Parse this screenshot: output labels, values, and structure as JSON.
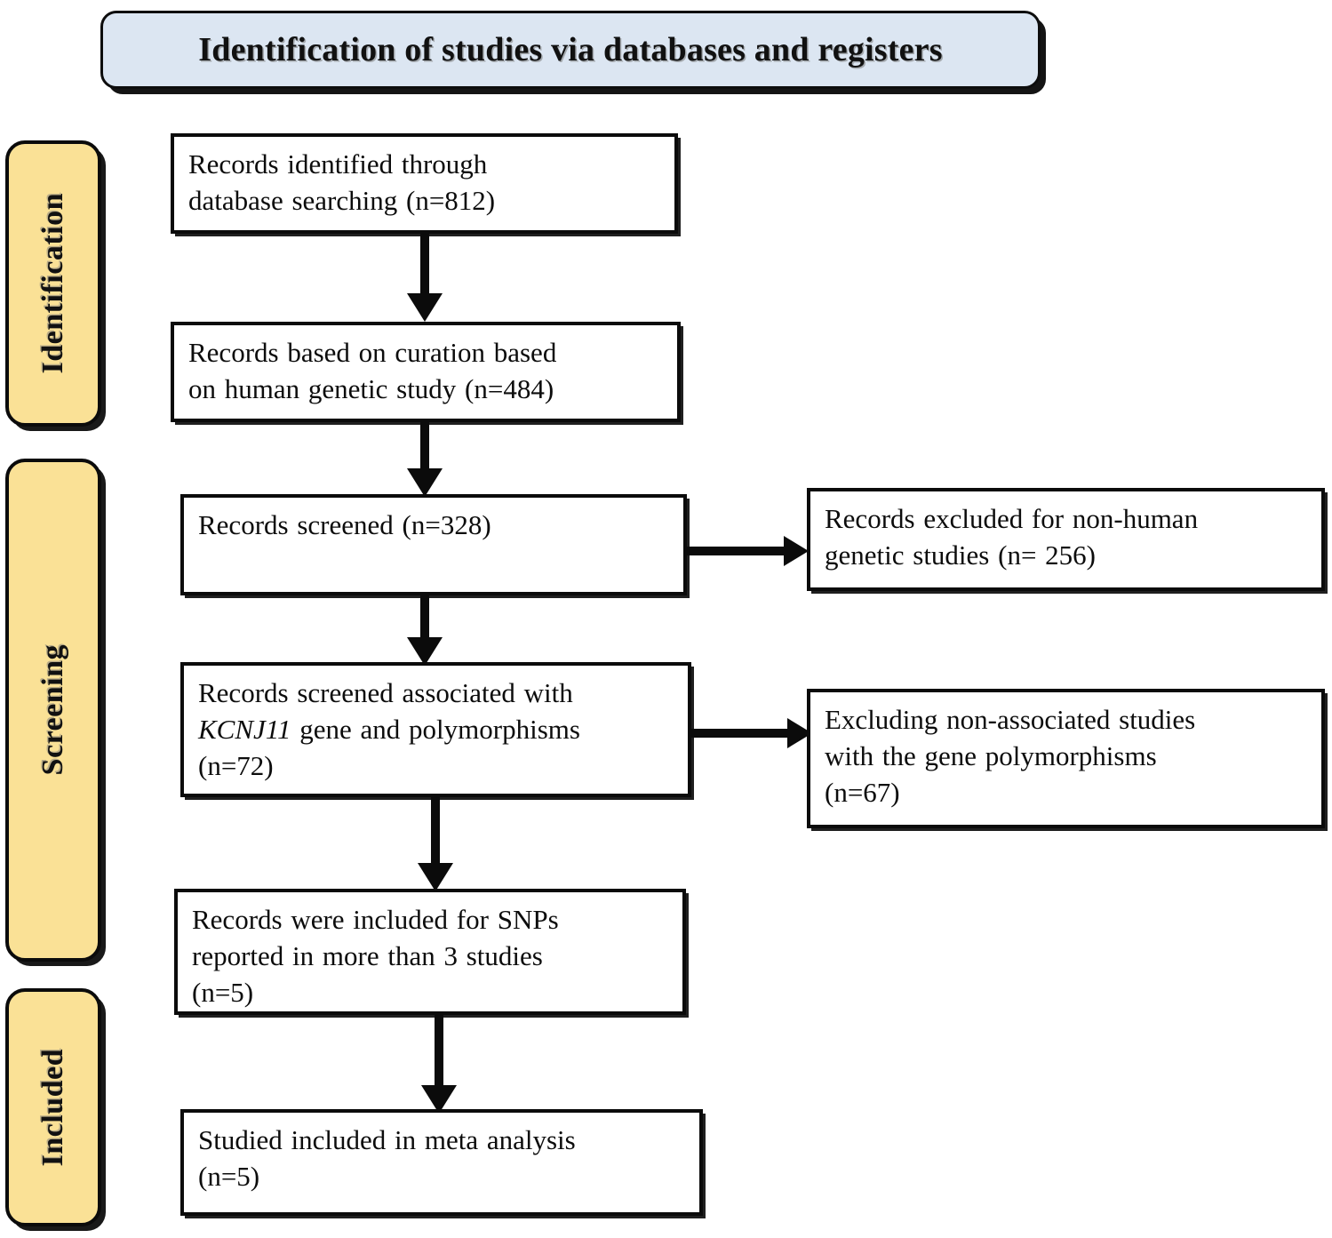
{
  "diagram": {
    "title": "Identification of studies via databases and registers",
    "colors": {
      "banner_fill": "#dce6f2",
      "stage_fill": "#fae196",
      "border": "#0b0b0b",
      "box_fill": "#ffffff"
    },
    "stages": [
      {
        "label": "Identification"
      },
      {
        "label": "Screening"
      },
      {
        "label": "Included"
      }
    ],
    "boxes": {
      "identified": {
        "line1": "Records identified through",
        "line2": "database searching  (n=812)"
      },
      "curation": {
        "line1": "Records based on curation based",
        "line2": "on human genetic study (n=484)"
      },
      "screened": {
        "line1": "Records screened (n=328)"
      },
      "excluded_nonhuman": {
        "line1": "Records excluded for non-human",
        "line2": "genetic studies (n= 256)"
      },
      "kcnj11": {
        "line1": "Records screened associated with",
        "line2_italic": "KCNJ11",
        "line2_rest": " gene and polymorphisms",
        "line3": "(n=72)"
      },
      "excluded_nonassociated": {
        "line1": "Excluding non-associated studies",
        "line2": "with the gene polymorphisms",
        "line3": "(n=67)"
      },
      "snps": {
        "line1": "Records were included for SNPs",
        "line2": "reported in more than 3 studies",
        "line3": "(n=5)"
      },
      "meta": {
        "line1": "Studied included in meta analysis",
        "line2": "(n=5)"
      }
    }
  }
}
